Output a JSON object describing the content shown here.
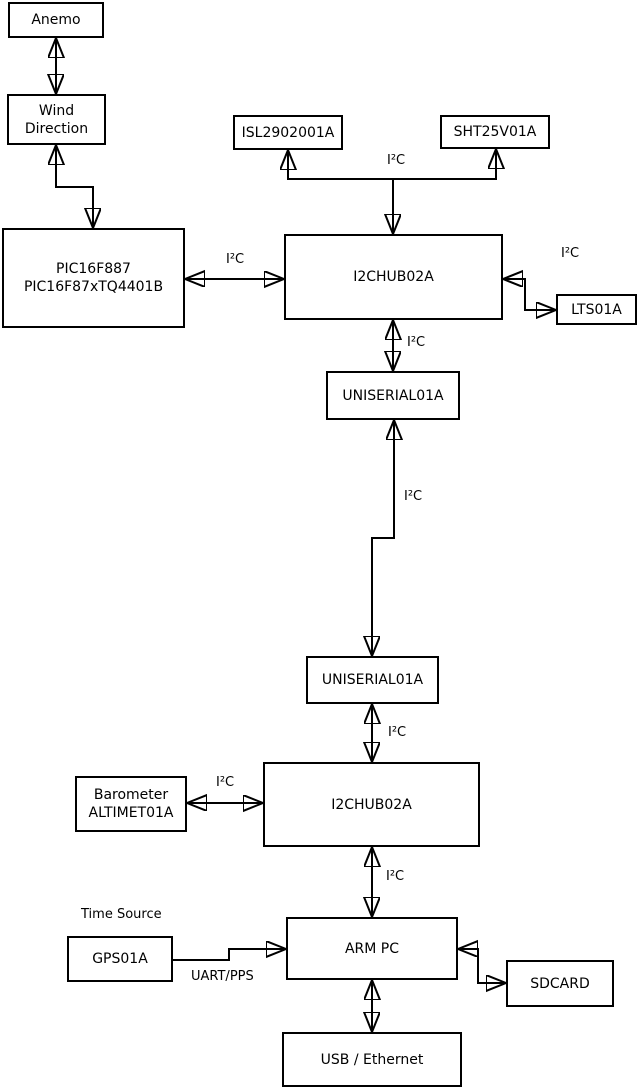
{
  "diagram": {
    "type": "block-diagram",
    "background_color": "#ffffff",
    "line_color": "#000000",
    "nodes": {
      "anemo": "Anemo",
      "wind_direction_line1": "Wind",
      "wind_direction_line2": "Direction",
      "pic_line1": "PIC16F887",
      "pic_line2": "PIC16F87xTQ4401B",
      "isl": "ISL2902001A",
      "sht": "SHT25V01A",
      "i2chub_upper": "I2CHUB02A",
      "lts": "LTS01A",
      "uniserial_upper": "UNISERIAL01A",
      "uniserial_lower": "UNISERIAL01A",
      "i2chub_lower": "I2CHUB02A",
      "barometer_line1": "Barometer",
      "barometer_line2": "ALTIMET01A",
      "gps": "GPS01A",
      "arm_pc": "ARM PC",
      "sdcard": "SDCARD",
      "usb_ethernet": "USB / Ethernet"
    },
    "edge_labels": {
      "pic_hub": "I²C",
      "hub_sensors": "I²C",
      "hub_lts": "I²C",
      "hub_uniserial": "I²C",
      "uniserial_link": "I²C",
      "uniserial_hub2": "I²C",
      "barometer_hub2": "I²C",
      "hub2_armpc": "I²C",
      "gps_armpc": "UART/PPS"
    },
    "annotations": {
      "time_source": "Time Source"
    }
  }
}
